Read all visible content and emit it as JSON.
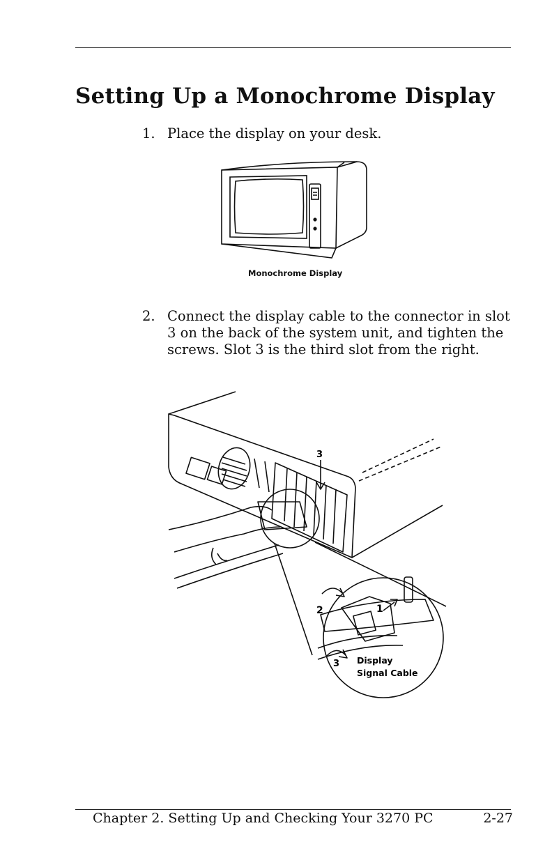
{
  "page": {
    "title": "Setting Up a Monochrome Display",
    "steps": [
      {
        "number": "1.",
        "text": "Place the display on your desk."
      },
      {
        "number": "2.",
        "text": "Connect the display cable to the connector in slot 3 on the back of the system unit, and tighten the screws. Slot 3 is the third slot from the right."
      }
    ],
    "figure1": {
      "caption": "Monochrome Display"
    },
    "figure2": {
      "slot_label": "3",
      "callouts": [
        "1",
        "2",
        "3"
      ],
      "cable_label_line1": "Display",
      "cable_label_line2": "Signal Cable"
    },
    "footer": {
      "chapter": "Chapter 2. Setting Up and Checking Your 3270 PC",
      "page_number": "2-27"
    }
  }
}
